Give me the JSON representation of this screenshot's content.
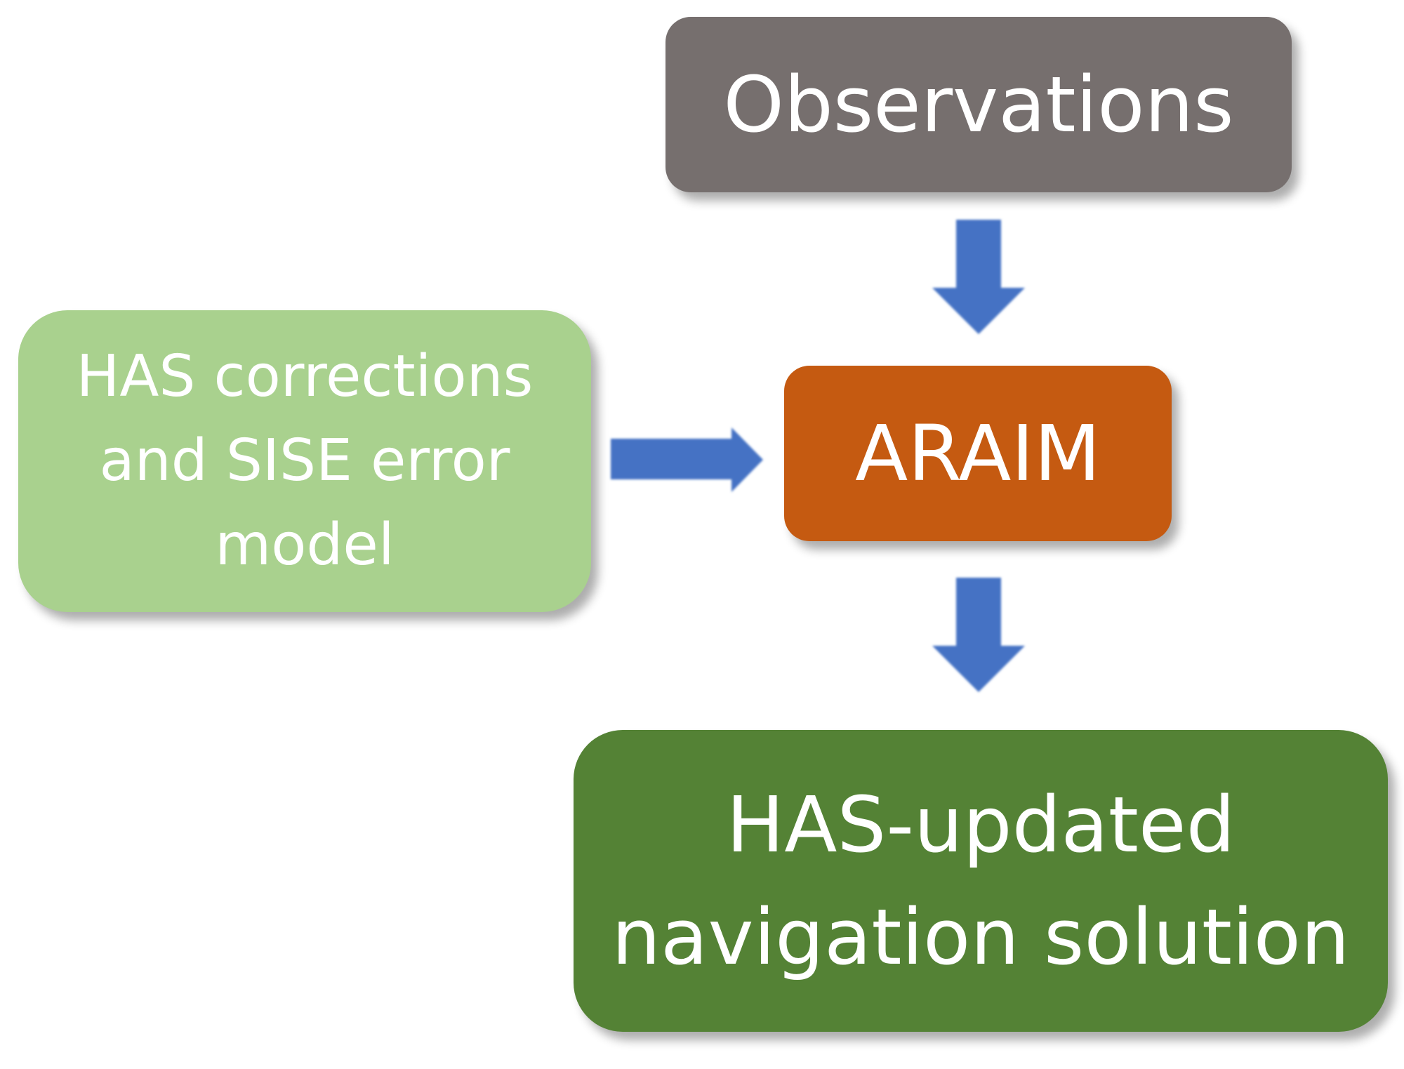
{
  "colors": {
    "observations": "#766f6e",
    "has_corrections": "#a9d18e",
    "araim": "#c55a11",
    "navigation": "#548235",
    "arrow": "#4472c4",
    "text": "#ffffff"
  },
  "nodes": {
    "observations": {
      "label": "Observations"
    },
    "has_corrections": {
      "lines": [
        "HAS corrections",
        "and SISE error",
        "model"
      ]
    },
    "araim": {
      "label": "ARAIM"
    },
    "navigation": {
      "lines": [
        "HAS-updated",
        "navigation solution"
      ]
    }
  },
  "edges": [
    {
      "from": "observations",
      "to": "araim"
    },
    {
      "from": "has_corrections",
      "to": "araim"
    },
    {
      "from": "araim",
      "to": "navigation"
    }
  ]
}
